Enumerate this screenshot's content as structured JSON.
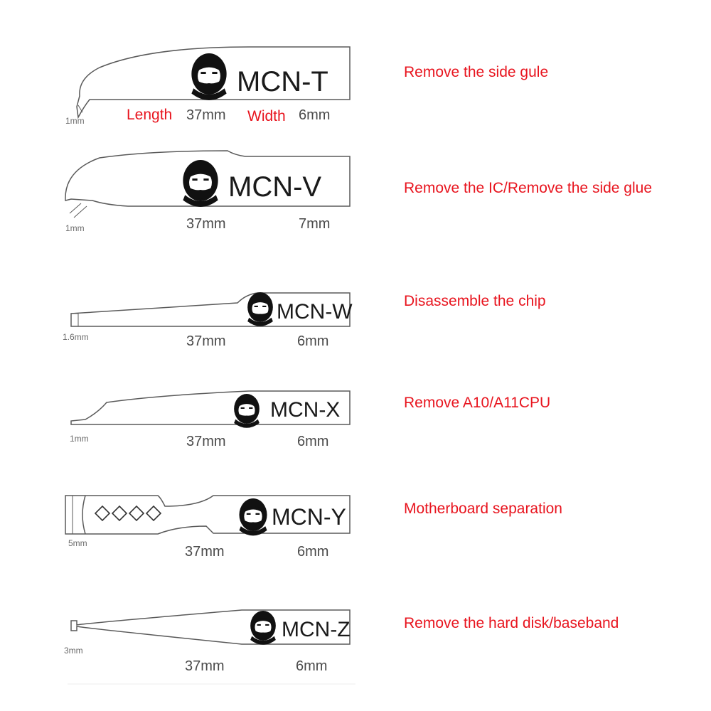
{
  "colors": {
    "accent_red": "#e8141e",
    "outline": "#5a5a5a",
    "logo": "#111111"
  },
  "logo_icon": "bearded-man-portrait",
  "blades": [
    {
      "model": "MCN-T",
      "tip": "1mm",
      "length_label": "Length",
      "length": "37mm",
      "width_label": "Width",
      "width": "6mm",
      "use": "Remove the side gule"
    },
    {
      "model": "MCN-V",
      "tip": "1mm",
      "length": "37mm",
      "width": "7mm",
      "use": "Remove the IC/Remove the side glue"
    },
    {
      "model": "MCN-W",
      "tip": "1.6mm",
      "length": "37mm",
      "width": "6mm",
      "use": "Disassemble the chip"
    },
    {
      "model": "MCN-X",
      "tip": "1mm",
      "length": "37mm",
      "width": "6mm",
      "use": "Remove A10/A11CPU"
    },
    {
      "model": "MCN-Y",
      "tip": "5mm",
      "length": "37mm",
      "width": "6mm",
      "use": "Motherboard separation"
    },
    {
      "model": "MCN-Z",
      "tip": "3mm",
      "length": "37mm",
      "width": "6mm",
      "use": "Remove the hard disk/baseband"
    }
  ]
}
